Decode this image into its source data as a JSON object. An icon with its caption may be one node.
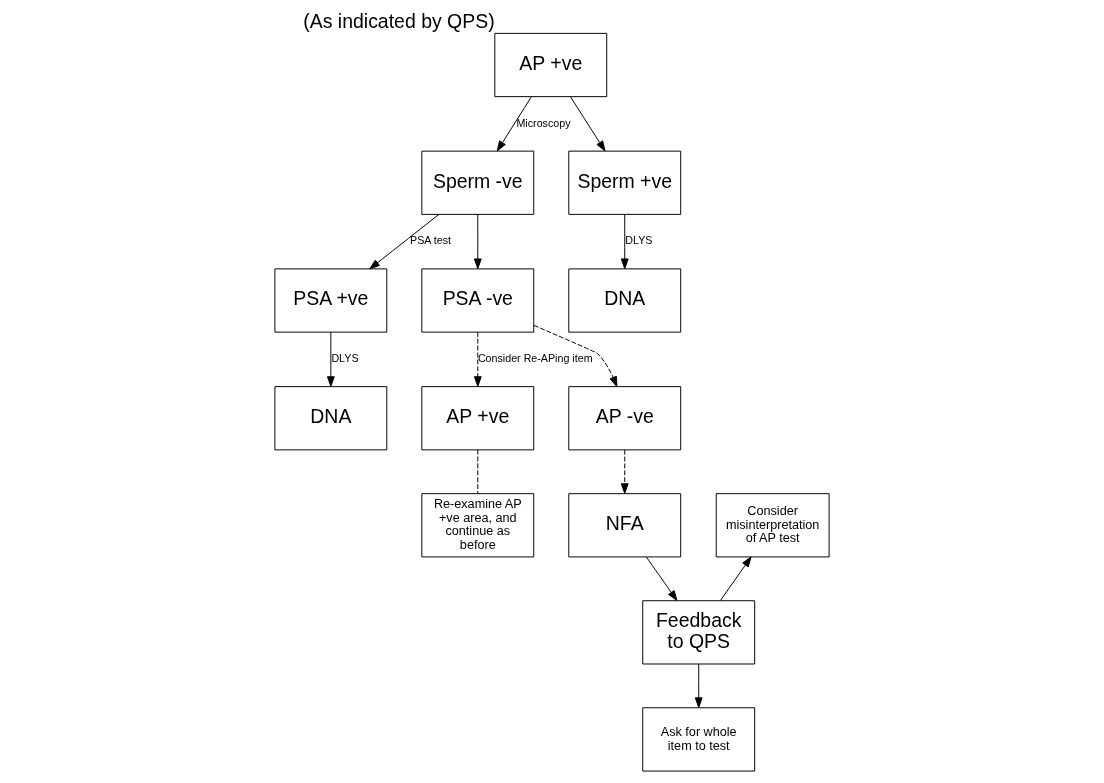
{
  "diagram": {
    "nodes": [
      {
        "text": [
          "AP +ve"
        ],
        "beside": [
          "(As indicated by QPS)"
        ]
      },
      {
        "text": [
          "Sperm -ve"
        ]
      },
      {
        "text": [
          "Sperm +ve"
        ]
      },
      {
        "text": [
          "PSA +ve"
        ]
      },
      {
        "text": [
          "PSA -ve"
        ]
      },
      {
        "text": [
          "DNA"
        ]
      },
      {
        "text": [
          "DNA"
        ]
      },
      {
        "text": [
          "AP +ve"
        ]
      },
      {
        "text": [
          "AP -ve"
        ]
      },
      {
        "text": [
          "Feedback to QPS"
        ]
      },
      {
        "text": [
          "Ask for whole item to test"
        ]
      },
      {
        "text": [
          "Re-examine AP +ve area, and continue as before"
        ]
      },
      {
        "text": [
          "NFA"
        ]
      },
      {
        "text": [
          "Consider misinterpretation of AP test"
        ]
      }
    ],
    "edges": [
      {
        "from": 0,
        "to": 1,
        "arrow": "to",
        "label": "Microscopy"
      },
      {
        "from": 0,
        "to": 2,
        "arrow": "to"
      },
      {
        "from": 1,
        "to": 3,
        "arrow": "to",
        "label": "PSA test"
      },
      {
        "from": 1,
        "to": 4,
        "arrow": "to"
      },
      {
        "from": 2,
        "to": 5,
        "arrow": "to",
        "label": "DLYS"
      },
      {
        "from": 3,
        "to": 6,
        "arrow": "to",
        "label": "DLYS"
      },
      {
        "from": 4,
        "to": 7,
        "arrow": "to",
        "style": "dashed",
        "label": "Consider Re-APing item"
      },
      {
        "from": 4,
        "to": 8,
        "arrow": "to",
        "style": "dashed"
      },
      {
        "from": 7,
        "to": 11,
        "arrow": "none",
        "style": "dashed"
      },
      {
        "from": 8,
        "to": 12,
        "arrow": "to",
        "style": "dashed"
      },
      {
        "from": 12,
        "to": 9,
        "arrow": "to"
      },
      {
        "from": 9,
        "to": 10,
        "arrow": "to"
      },
      {
        "from": 9,
        "to": 13,
        "arrow": "to"
      }
    ]
  }
}
